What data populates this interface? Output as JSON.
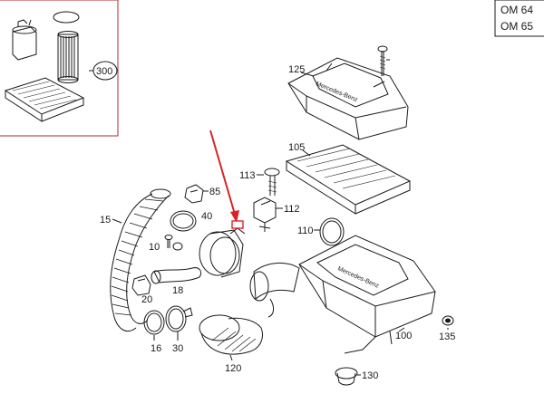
{
  "engine_codes": [
    "OM 64",
    "OM 65"
  ],
  "kit_part": "300",
  "parts": [
    {
      "id": "p125",
      "label": "125"
    },
    {
      "id": "p105",
      "label": "105"
    },
    {
      "id": "p113",
      "label": "113"
    },
    {
      "id": "p112",
      "label": "112"
    },
    {
      "id": "p85",
      "label": "85"
    },
    {
      "id": "p40",
      "label": "40"
    },
    {
      "id": "p15",
      "label": "15"
    },
    {
      "id": "p10",
      "label": "10"
    },
    {
      "id": "p110",
      "label": "110"
    },
    {
      "id": "p20",
      "label": "20"
    },
    {
      "id": "p18",
      "label": "18"
    },
    {
      "id": "p16",
      "label": "16"
    },
    {
      "id": "p30",
      "label": "30"
    },
    {
      "id": "p120",
      "label": "120"
    },
    {
      "id": "p100",
      "label": "100"
    },
    {
      "id": "p135",
      "label": "135"
    },
    {
      "id": "p130",
      "label": "130"
    }
  ],
  "brand_text": "Mercedes-Benz",
  "colors": {
    "ink": "#1a1a1a",
    "highlight": "#b3252f",
    "kit_border": "#b3252f"
  }
}
